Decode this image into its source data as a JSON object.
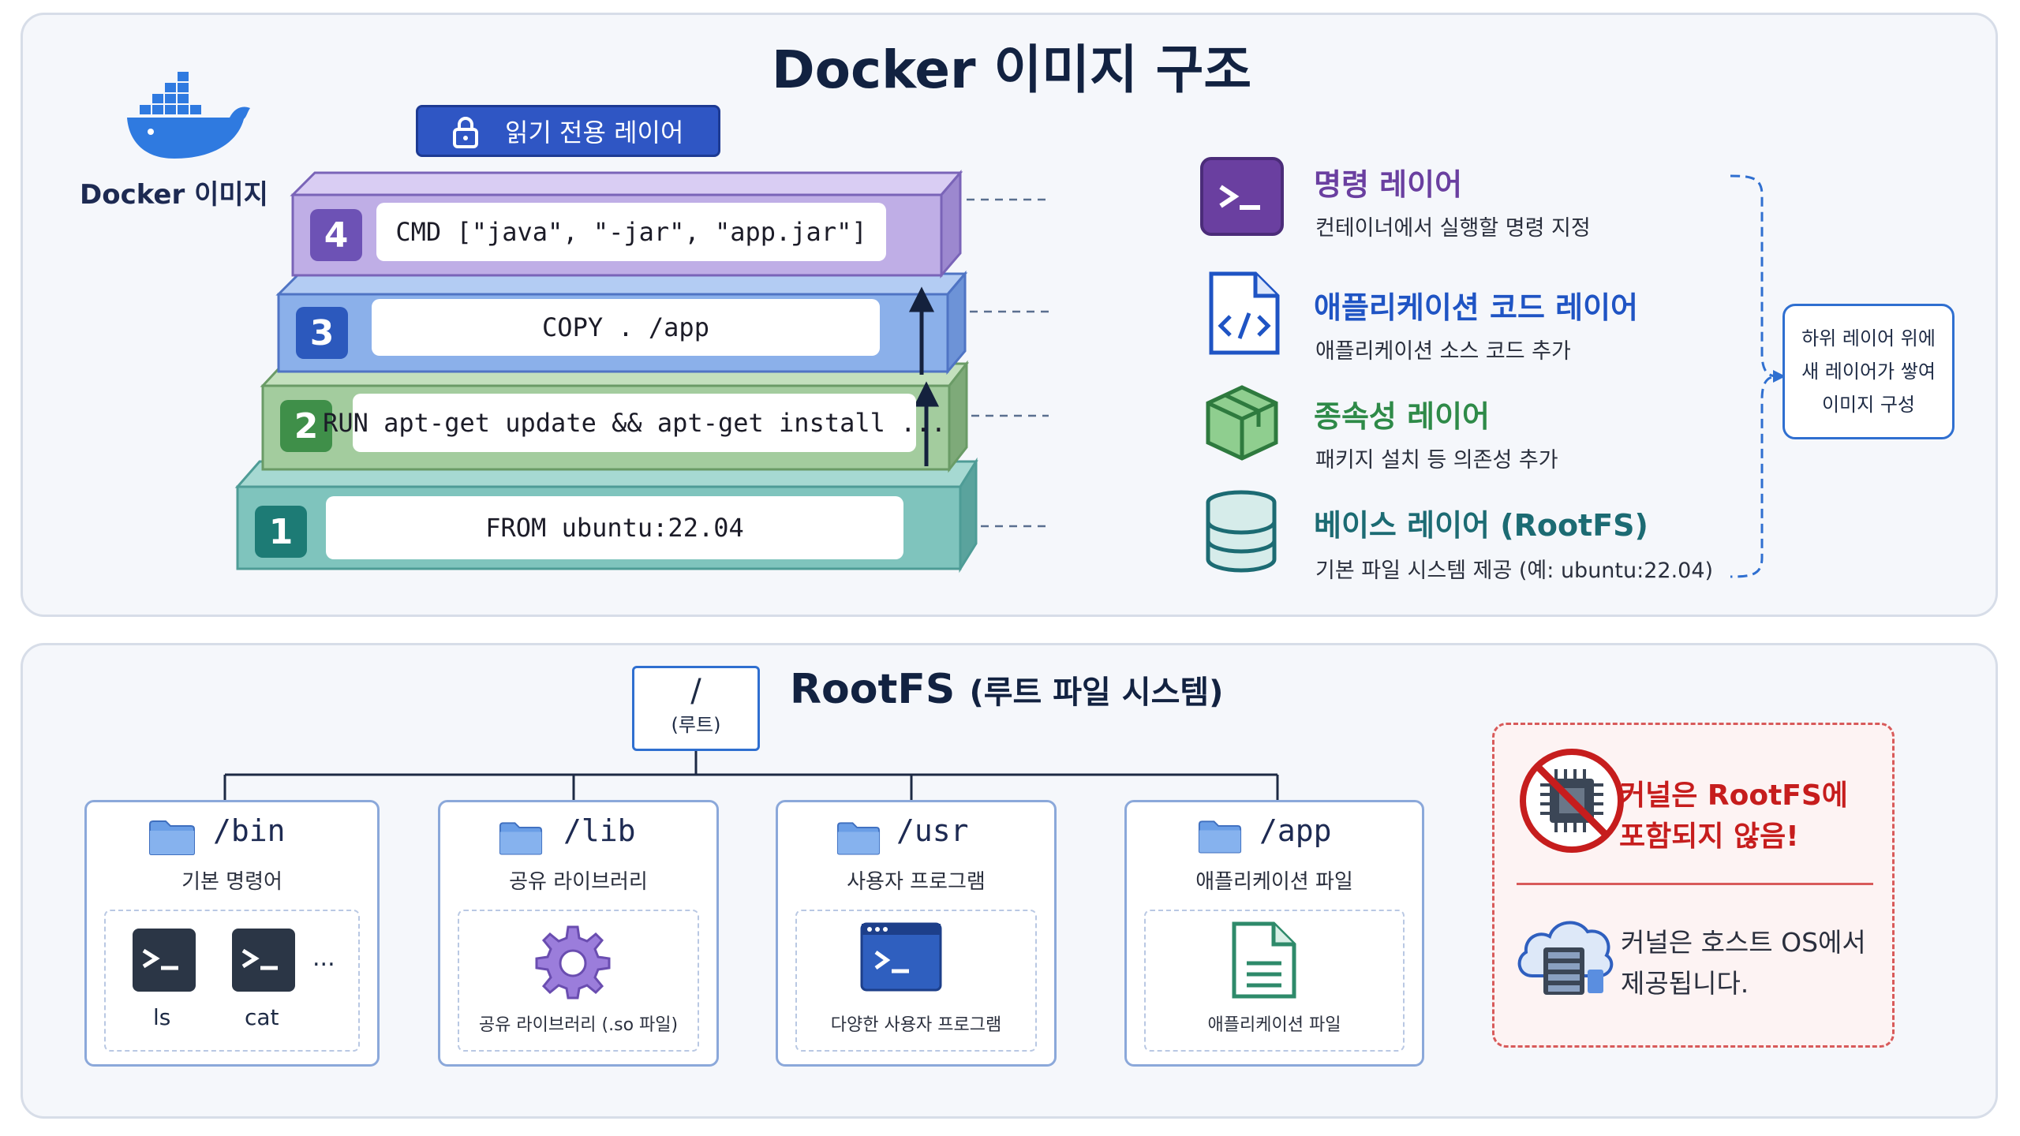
{
  "title": "Docker 이미지 구조",
  "logo_label": "Docker 이미지",
  "readonly_badge": "읽기 전용 레이어",
  "layers": [
    {
      "num": "4",
      "command": "CMD [\"java\", \"-jar\", \"app.jar\"]",
      "color": "#9b84d6"
    },
    {
      "num": "3",
      "command": "COPY . /app",
      "color": "#5c87d6"
    },
    {
      "num": "2",
      "command": "RUN apt-get update && apt-get install ...",
      "color": "#7fae82"
    },
    {
      "num": "1",
      "command": "FROM ubuntu:22.04",
      "color": "#6fb8b3"
    }
  ],
  "legend": [
    {
      "title": "명령 레이어",
      "desc": "컨테이너에서 실행할  명령 지정",
      "color": "#6a3fa0",
      "icon": "terminal-icon"
    },
    {
      "title": "애플리케이션 코드 레이어",
      "desc": "애플리케이션 소스 코드 추가",
      "color": "#1f54c4",
      "icon": "code-file-icon"
    },
    {
      "title": "종속성 레이어",
      "desc": "패키지 설치 등 의존성 추가",
      "color": "#2e8a48",
      "icon": "package-icon"
    },
    {
      "title": "베이스 레이어 (RootFS)",
      "desc": "기본 파일 시스템 제공 (예: ubuntu:22.04)",
      "color": "#1c6b73",
      "icon": "database-icon"
    }
  ],
  "summary": {
    "line1": "하위 레이어 위에",
    "line2": "새 레이어가 쌓여",
    "line3": "이미지 구성"
  },
  "rootfs": {
    "root_symbol": "/",
    "root_label": "(루트)",
    "title": "RootFS",
    "title_sub": "(루트 파일 시스템)",
    "dirs": [
      {
        "name": "/bin",
        "desc": "기본 명령어",
        "items": [
          "ls",
          "cat"
        ],
        "more": "..."
      },
      {
        "name": "/lib",
        "desc": "공유 라이브러리",
        "caption": "공유 라이브러리 (.so 파일)"
      },
      {
        "name": "/usr",
        "desc": "사용자 프로그램",
        "caption": "다양한 사용자 프로그램"
      },
      {
        "name": "/app",
        "desc": "애플리케이션 파일",
        "caption": "애플리케이션 파일"
      }
    ],
    "kernel": {
      "warn1": "커널은 RootFS에",
      "warn2": "포함되지 않음!",
      "note1": "커널은 호스트 OS에서",
      "note2": "제공됩니다."
    }
  }
}
